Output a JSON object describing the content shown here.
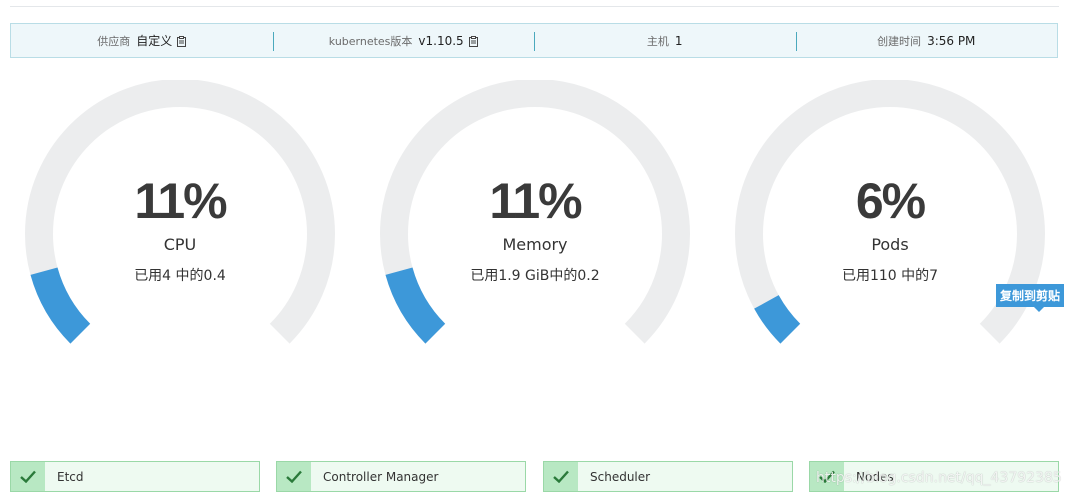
{
  "info": [
    {
      "label": "供应商",
      "value": "自定义",
      "copy": true
    },
    {
      "label": "kubernetes版本",
      "value": "v1.10.5",
      "copy": true
    },
    {
      "label": "主机",
      "value": "1",
      "copy": false
    },
    {
      "label": "创建时间",
      "value": "3:56 PM",
      "copy": false
    }
  ],
  "gauges": [
    {
      "percent": "11%",
      "name": "CPU",
      "detail": "已用4 中的0.4",
      "fraction": 0.11
    },
    {
      "percent": "11%",
      "name": "Memory",
      "detail": "已用1.9 GiB中的0.2",
      "fraction": 0.11
    },
    {
      "percent": "6%",
      "name": "Pods",
      "detail": "已用110 中的7",
      "fraction": 0.06
    }
  ],
  "tooltip": "复制到剪贴",
  "components": [
    {
      "label": "Etcd"
    },
    {
      "label": "Controller Manager"
    },
    {
      "label": "Scheduler"
    },
    {
      "label": "Nodes"
    }
  ],
  "watermark": "https://blog.csdn.net/qq_43792385",
  "colors": {
    "accent": "#3d98d9",
    "track": "#ecedee",
    "ok": "#2a7a3a"
  }
}
